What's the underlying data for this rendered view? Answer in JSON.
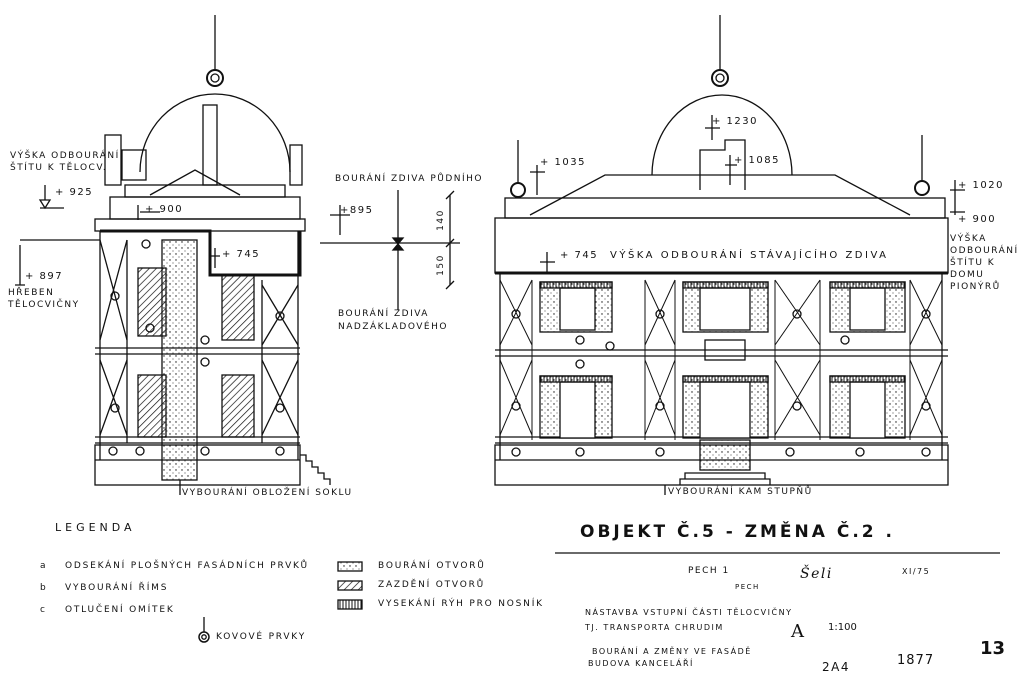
{
  "left_elevation": {
    "label_gable_height": "VÝŠKA ODBOURÁNÍ ŠTÍTU K TĚLOCV.",
    "level_925": "+ 925",
    "level_900": "+ 900",
    "level_745": "+ 745",
    "level_897": "+ 897",
    "label_ridge": "HŘEBEN TĚLOCVIČNY",
    "label_plinth": "VYBOURÁNÍ OBLOŽENÍ SOKLU"
  },
  "section_detail": {
    "label_attic_wall": "BOURÁNÍ ZDIVA PŮDNÍHO",
    "level_895": "+895",
    "dim_140": "140",
    "dim_150": "150",
    "label_foundation_wall": "BOURÁNÍ ZDIVA NADZÁKLADOVÉHO"
  },
  "right_elevation": {
    "level_1230": "+ 1230",
    "level_1035": "+ 1035",
    "level_1085": "+ 1085",
    "level_1020": "+ 1020",
    "level_900": "+ 900",
    "level_745": "+ 745",
    "label_existing_wall": "VÝŠKA ODBOURÁNÍ STÁVAJÍCÍHO ZDIVA",
    "label_gable_pioneers": "VÝŠKA ODBOURÁNÍ ŠTÍTU K DOMU PIONÝRŮ",
    "label_steps": "VYBOURÁNÍ KAM STUPŇŮ"
  },
  "legend": {
    "title": "LEGENDA",
    "items": [
      {
        "key": "a",
        "text": "ODSEKÁNÍ PLOŠNÝCH FASÁDNÍCH PRVKŮ"
      },
      {
        "key": "b",
        "text": "VYBOURÁNÍ ŘÍMS"
      },
      {
        "key": "c",
        "text": "OTLUČENÍ OMÍTEK"
      }
    ],
    "hatch_items": [
      {
        "pattern": "dotted",
        "text": "BOURÁNÍ OTVORŮ"
      },
      {
        "pattern": "diagonal",
        "text": "ZAZDĚNÍ OTVORŮ"
      },
      {
        "pattern": "vertical",
        "text": "VYSEKÁNÍ RÝH PRO NOSNÍK"
      }
    ],
    "symbol_text": "KOVOVÉ PRVKY"
  },
  "title_block": {
    "title": "OBJEKT Č.5 - ZMĚNA Č.2 .",
    "designer_1": "PECH 1",
    "designer_2": "PECH",
    "signature": "Šeli",
    "date": "XI/75",
    "project_line_1": "NÁSTAVBA VSTUPNÍ ČÁSTI TĚLOCVIČNY",
    "project_line_2": "TJ. TRANSPORTA CHRUDIM",
    "format": "A",
    "scale": "1:100",
    "drawing_line_1": "BOURÁNÍ A ZMĚNY VE FASÁDĚ",
    "drawing_line_2": "BUDOVA KANCELÁŘÍ",
    "drawing_code": "2A4",
    "number": "1877",
    "sheet": "13"
  }
}
